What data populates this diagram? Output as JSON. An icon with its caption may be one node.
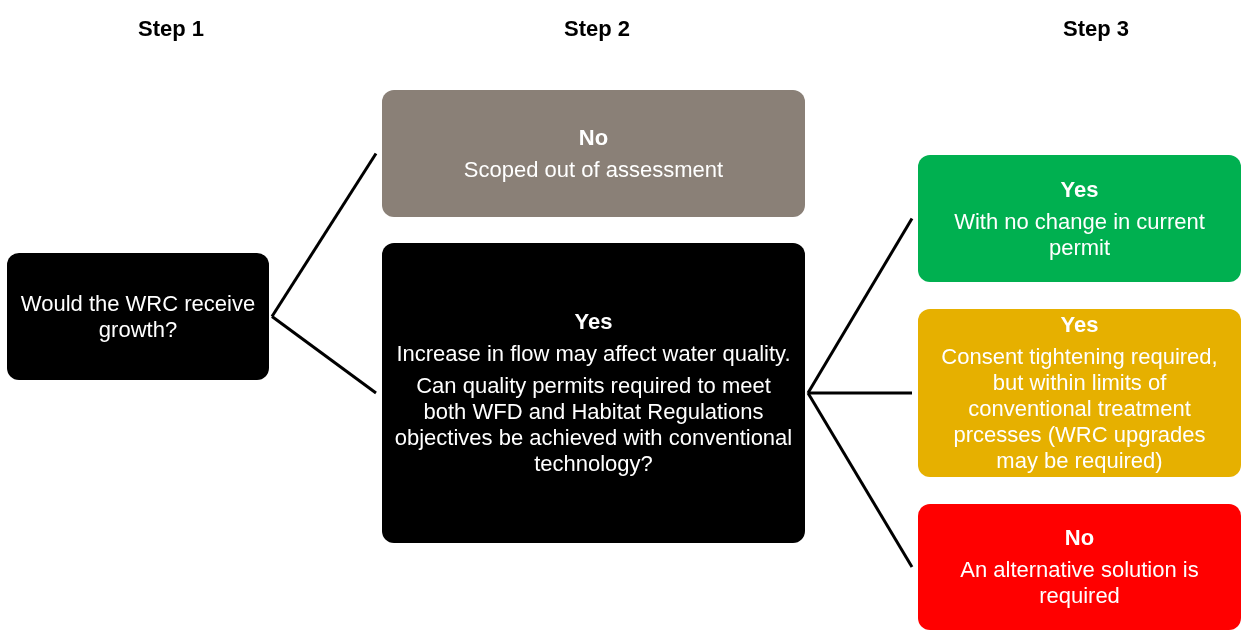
{
  "diagram": {
    "nodes": [
      {
        "text": [
          "Would the WRC receive growth?"
        ]
      },
      {
        "text": [
          "No",
          "Scoped out of assessment"
        ]
      },
      {
        "text": [
          "Yes",
          "Increase in flow may affect water quality.",
          "Can quality permits required to meet both WFD and Habitat Regulations objectives be achieved with conventional technology?"
        ]
      },
      {
        "text": [
          "Yes",
          "With no change in current permit"
        ]
      },
      {
        "text": [
          "Yes",
          "Consent tightening required, but within limits of conventional treatment prcesses (WRC upgrades may be required)"
        ]
      },
      {
        "text": [
          "No",
          "An alternative solution is required"
        ]
      }
    ],
    "edges": [
      {
        "from": 0,
        "to": 1,
        "arrow": "none"
      },
      {
        "from": 0,
        "to": 2,
        "arrow": "none"
      },
      {
        "from": 2,
        "to": 3,
        "arrow": "none"
      },
      {
        "from": 2,
        "to": 4,
        "arrow": "none"
      },
      {
        "from": 2,
        "to": 5,
        "arrow": "none"
      }
    ],
    "labels": [
      "Step 1",
      "Step 2",
      "Step 3"
    ]
  }
}
